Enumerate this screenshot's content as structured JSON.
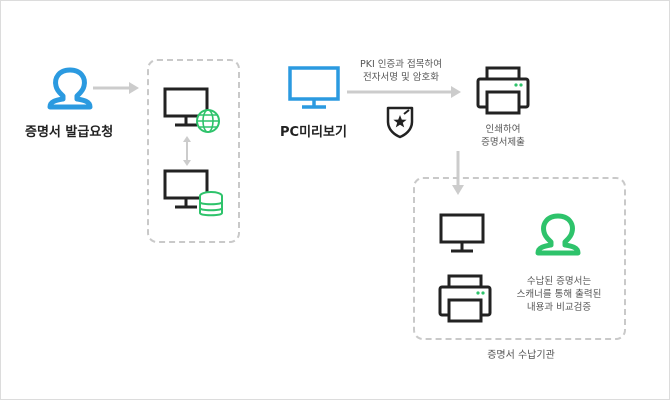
{
  "requester": {
    "label": "증명서 발급요청"
  },
  "viewer": {
    "label": "PC미리보기"
  },
  "pki_note": {
    "line1": "PKI 인증과 접목하여",
    "line2": "전자서명 및 암호화"
  },
  "print_note": {
    "line1": "인쇄하여",
    "line2": "증명서제출"
  },
  "institution": {
    "label": "증명서 수납기관",
    "note_line1": "수납된 증명서는",
    "note_line2": "스캐너를 통해 출력된",
    "note_line3": "내용과 비교검증"
  },
  "colors": {
    "blue": "#2b9ae0",
    "green": "#2ec36b",
    "dark": "#222222",
    "arrow": "#cccccc",
    "dash": "#c9c9c9"
  },
  "icons": [
    "person-icon",
    "monitor-icon",
    "globe-icon",
    "database-icon",
    "shield-star-icon",
    "printer-icon"
  ]
}
